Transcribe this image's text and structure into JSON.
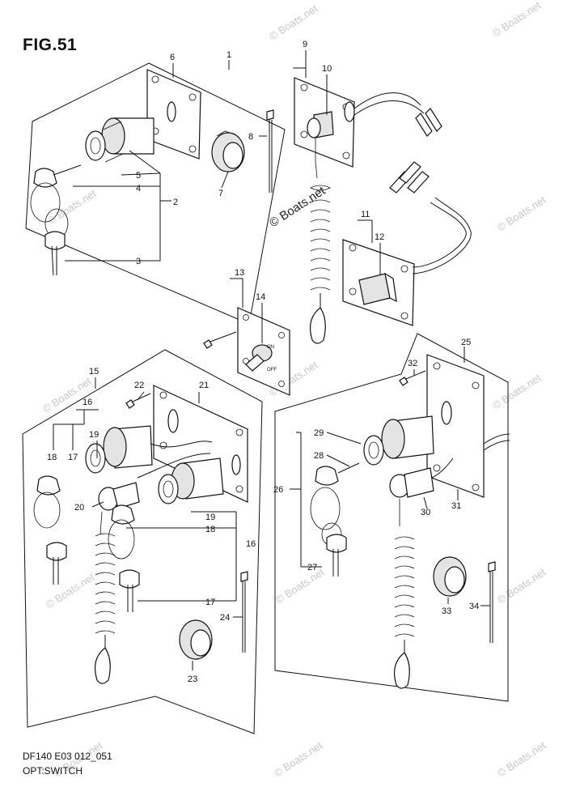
{
  "figure": {
    "title": "FIG.51",
    "code": "DF140 E03 012_051",
    "subtitle": "OPT:SWITCH"
  },
  "watermarks": {
    "small": "© Boats.net",
    "center": "© Boats.net"
  },
  "callouts": {
    "c1": "1",
    "c2": "2",
    "c3": "3",
    "c4": "4",
    "c5": "5",
    "c6": "6",
    "c7": "7",
    "c8": "8",
    "c9": "9",
    "c10": "10",
    "c11": "11",
    "c12": "12",
    "c13": "13",
    "c14": "14",
    "c15": "15",
    "c16a": "16",
    "c16b": "16",
    "c17a": "17",
    "c17b": "17",
    "c18a": "18",
    "c18b": "18",
    "c19a": "19",
    "c19b": "19",
    "c20": "20",
    "c21": "21",
    "c22": "22",
    "c23": "23",
    "c24": "24",
    "c25": "25",
    "c26": "26",
    "c27": "27",
    "c28": "28",
    "c29": "29",
    "c30": "30",
    "c31": "31",
    "c32": "32",
    "c33": "33",
    "c34": "34"
  }
}
